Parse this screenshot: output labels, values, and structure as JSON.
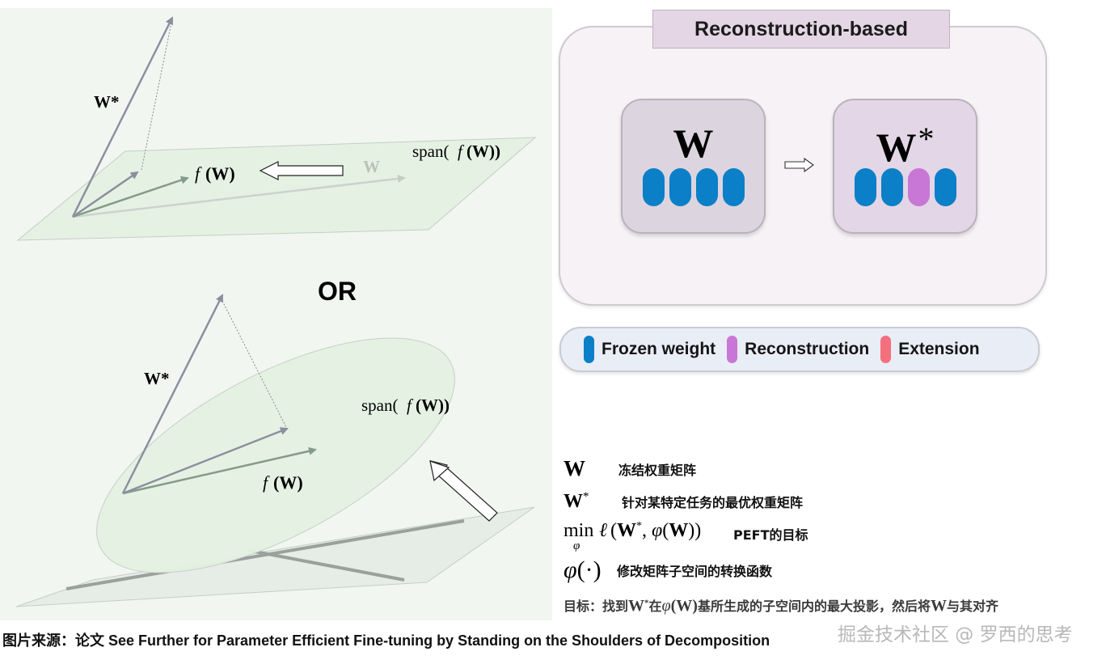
{
  "left_diagram": {
    "top": {
      "w_star_label": "W*",
      "f_w_label_f": "f",
      "f_w_label_w": "(W)",
      "w_label": "W",
      "span_label_prefix": "span(",
      "span_label_f": "f",
      "span_label_w": "(W))"
    },
    "separator": "OR",
    "bottom": {
      "w_star_label": "W*",
      "f_w_label_f": "f",
      "f_w_label_w": "(W)",
      "span_label_prefix": "span(",
      "span_label_f": "f",
      "span_label_w": "(W))"
    }
  },
  "reconstruction_diagram": {
    "title": "Reconstruction-based",
    "source_matrix": {
      "label": "W",
      "cells": [
        "frozen",
        "frozen",
        "frozen",
        "frozen"
      ]
    },
    "target_matrix": {
      "label": "W",
      "superscript": "*",
      "cells": [
        "frozen",
        "frozen",
        "reconstruction",
        "frozen"
      ]
    },
    "arrow_icon": "right-double-arrow"
  },
  "legend": {
    "items": [
      {
        "key": "frozen",
        "label": "Frozen weight",
        "color": "#0b7fc7"
      },
      {
        "key": "reconstruction",
        "label": "Reconstruction",
        "color": "#c877d6"
      },
      {
        "key": "extension",
        "label": "Extension",
        "color": "#f4707c"
      }
    ]
  },
  "notes": {
    "items": [
      {
        "symbol": "W",
        "text": "冻结权重矩阵"
      },
      {
        "symbol": "W*",
        "text": "针对某特定任务的最优权重矩阵"
      },
      {
        "symbol": "min_φ ℓ(W*, φ(W))",
        "text": "PEFT的目标"
      },
      {
        "symbol": "φ(·)",
        "text": "修改矩阵子空间的转换函数"
      }
    ],
    "goal": {
      "p1": "目标：找到",
      "m1": "W",
      "m1_sup": "*",
      "p2": "在",
      "m2_phi": "φ",
      "m2_rest": "(W)",
      "p3": "基所生成的子空间内的最大投影，然后将",
      "m3": "W",
      "p4": "与其对齐"
    }
  },
  "footer": {
    "source_prefix": "图片来源：论文",
    "source_title": " See Further for Parameter Efficient Fine-tuning by Standing on the Shoulders of Decomposition",
    "watermark": "掘金技术社区 @ 罗西的思考"
  }
}
